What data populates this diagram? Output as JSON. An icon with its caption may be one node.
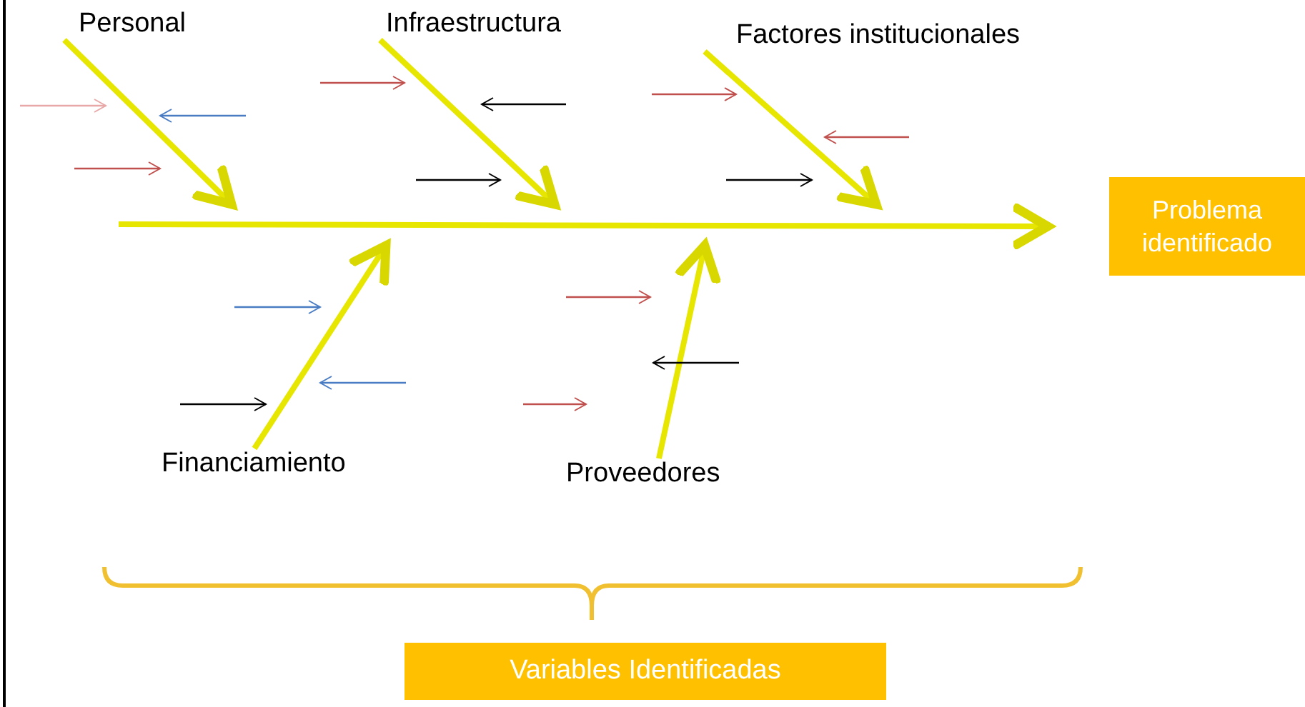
{
  "diagram": {
    "nodes": [
      {
        "text": [
          "Personal"
        ]
      },
      {
        "text": [
          "Infraestructura"
        ]
      },
      {
        "text": [
          "Factores institucionales"
        ]
      },
      {
        "text": [
          "Financiamiento"
        ]
      },
      {
        "text": [
          "Proveedores"
        ]
      },
      {
        "text": [
          "Problema identificado"
        ]
      },
      {
        "text": [
          "Variables Identificadas"
        ]
      }
    ],
    "edges": [
      {
        "from": 0,
        "to": null,
        "arrow": "to"
      },
      {
        "from": 1,
        "to": null,
        "arrow": "to"
      },
      {
        "from": 2,
        "to": null,
        "arrow": "to"
      },
      {
        "from": 3,
        "to": null,
        "arrow": "to"
      },
      {
        "from": 4,
        "to": null,
        "arrow": "to"
      },
      {
        "from": null,
        "to": 5,
        "arrow": "to"
      }
    ]
  }
}
